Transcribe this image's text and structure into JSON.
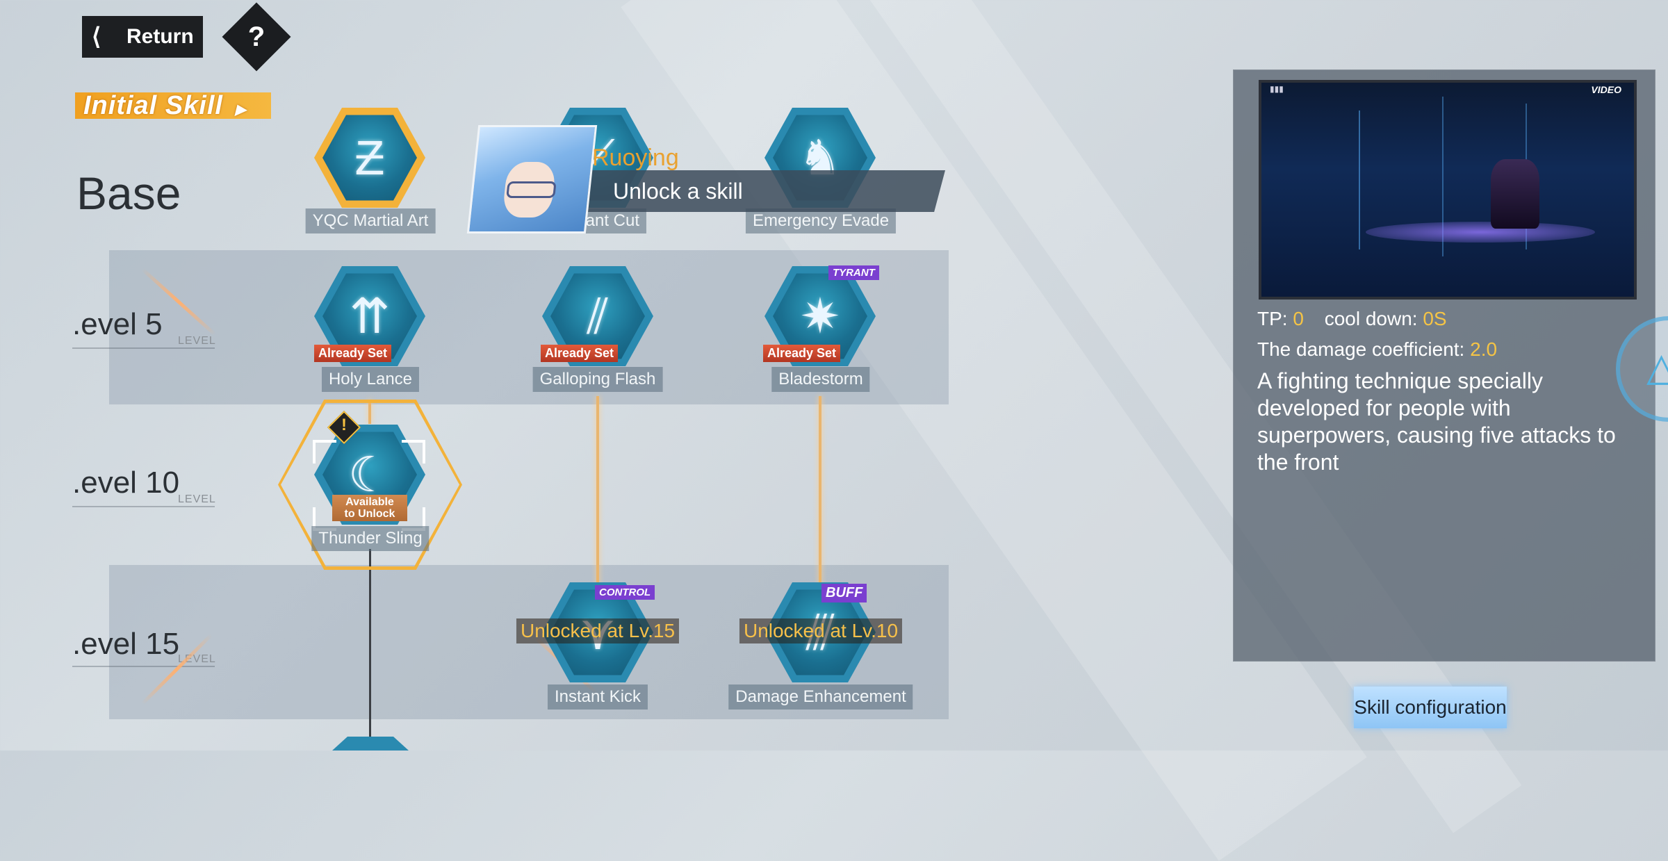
{
  "header": {
    "return_label": "Return",
    "help_label": "?"
  },
  "section": {
    "title": "Initial Skill"
  },
  "rows": {
    "base": "Base",
    "level5": ".evel 5",
    "level10": ".evel 10",
    "level15": ".evel 15",
    "level_sub": "LEVEL"
  },
  "skills": {
    "yqc": "YQC Martial Art",
    "instant_cut": "Instant Cut",
    "emergency_evade": "Emergency Evade",
    "holy_lance": "Holy Lance",
    "galloping_flash": "Galloping Flash",
    "bladestorm": "Bladestorm",
    "thunder_sling": "Thunder Sling",
    "instant_kick": "Instant Kick",
    "damage_enhancement": "Damage Enhancement"
  },
  "badges": {
    "already_set": "Already Set",
    "tyrant": "TYRANT",
    "control": "CONTROL",
    "buff": "BUFF",
    "available_to_unlock": "Available to Unlock",
    "unlock_lv15": "Unlocked at Lv.15",
    "unlock_lv10": "Unlocked at Lv.10",
    "warning": "!"
  },
  "popup": {
    "name": "Ruoying",
    "message": "Unlock a skill"
  },
  "detail": {
    "video_tag": "VIDEO",
    "video_dots": "▮▮▮",
    "tp_label": "TP:",
    "tp_value": "0",
    "cooldown_label": "cool down:",
    "cooldown_value": "0S",
    "damage_label": "The damage coefficient:",
    "damage_value": "2.0",
    "description": "A fighting technique specially developed for people with superpowers, causing five attacks to the front"
  },
  "footer": {
    "skill_config_label": "Skill configuration"
  }
}
